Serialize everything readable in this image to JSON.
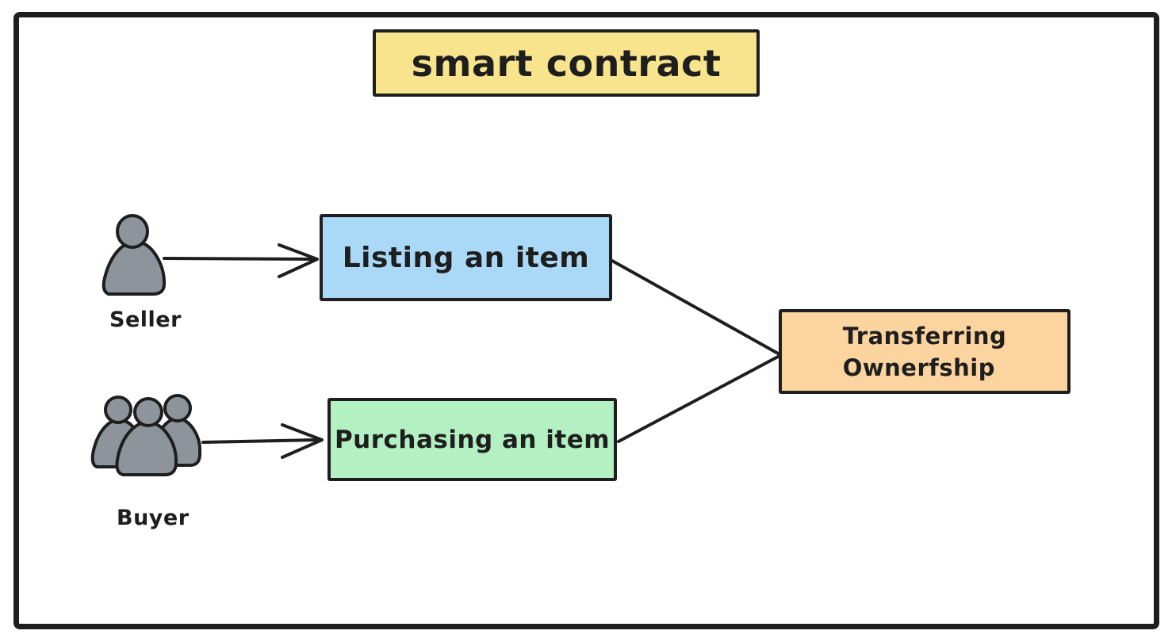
{
  "diagram": {
    "title": "smart contract",
    "actors": {
      "seller": {
        "label": "Seller",
        "icon": "person-icon"
      },
      "buyer": {
        "label": "Buyer",
        "icon": "people-group-icon"
      }
    },
    "nodes": {
      "listing": {
        "label": "Listing an item"
      },
      "purchasing": {
        "label": "Purchasing an item"
      },
      "transferring": {
        "line1": "Transferring",
        "line2": "Ownerfship"
      }
    },
    "edges": [
      {
        "from": "Seller",
        "to": "Listing an item",
        "type": "arrow"
      },
      {
        "from": "Buyer",
        "to": "Purchasing an item",
        "type": "arrow"
      },
      {
        "from": "Listing an item",
        "to": "Transferring Ownerfship",
        "type": "line"
      },
      {
        "from": "Purchasing an item",
        "to": "Transferring Ownerfship",
        "type": "line"
      }
    ],
    "colors": {
      "background": "#ffffff",
      "stroke": "#1e1e1e",
      "title_bg": "#f8e48c",
      "listing_bg": "#a9d9f7",
      "purchasing_bg": "#b3f0c2",
      "transferring_bg": "#fbd49f",
      "actor_fill": "#8d949c"
    }
  }
}
